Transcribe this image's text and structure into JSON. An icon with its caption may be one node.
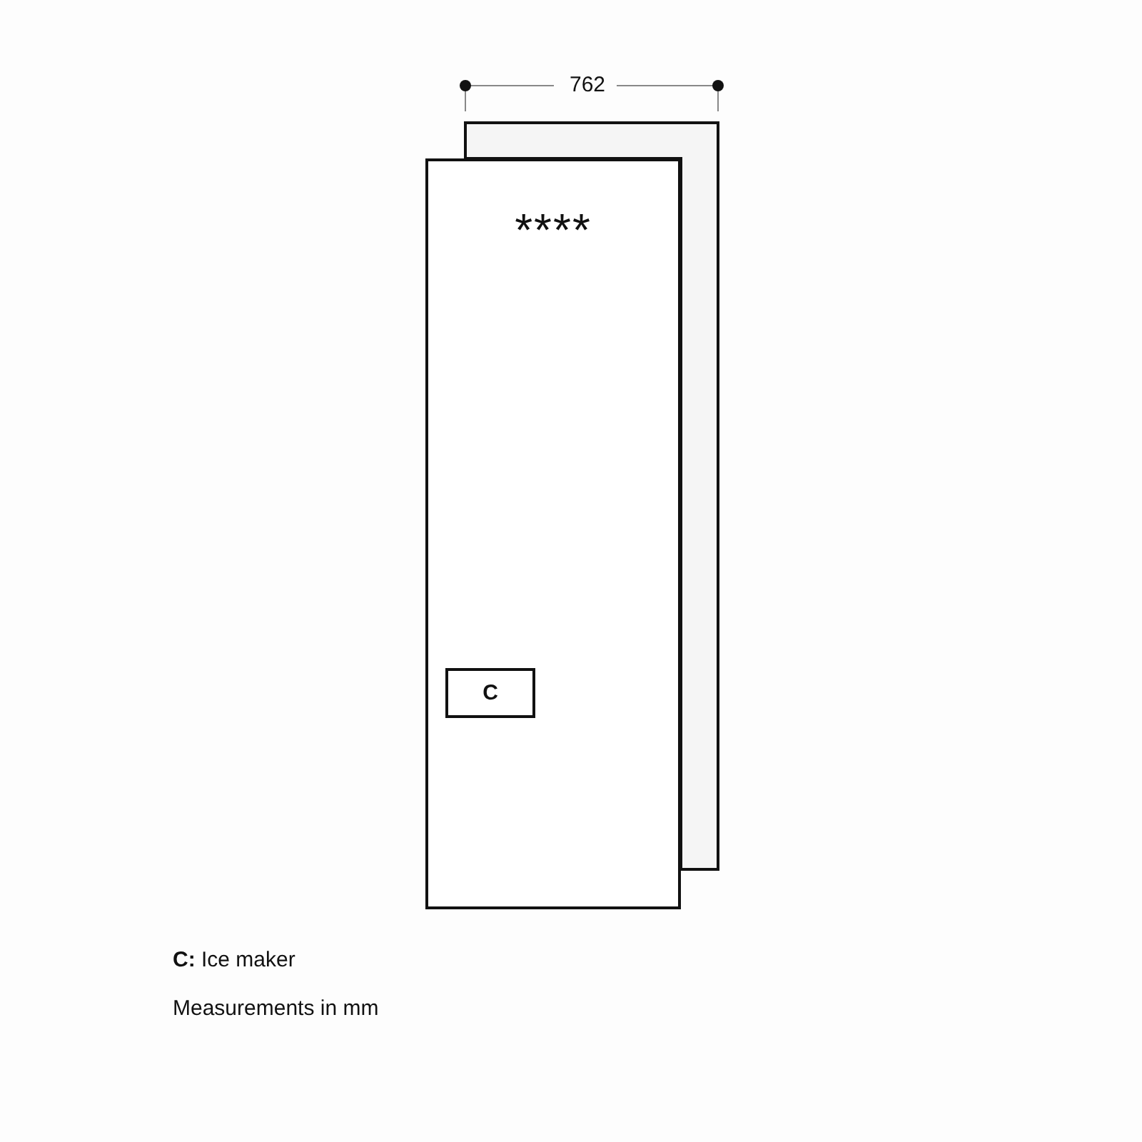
{
  "diagram": {
    "nodes": [
      {
        "text": [
          "****"
        ]
      },
      {
        "text": [
          "C"
        ],
        "in": 0
      }
    ],
    "labels": [
      "762",
      "**C:** Ice maker",
      "Measurements in mm"
    ]
  }
}
